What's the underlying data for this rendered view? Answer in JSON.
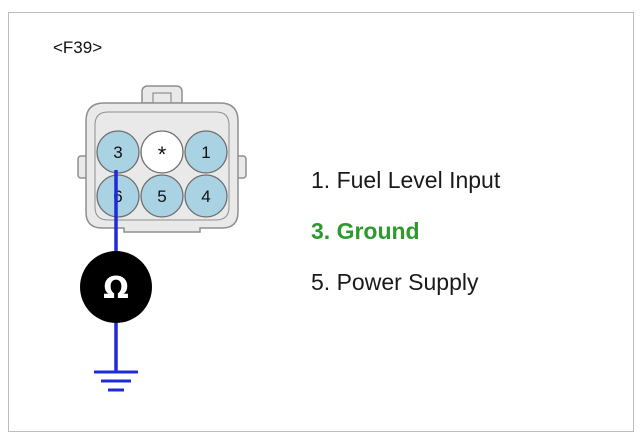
{
  "connector": {
    "id": "<F39>",
    "pins": [
      {
        "label": "3",
        "filled": true
      },
      {
        "label": "*",
        "filled": false
      },
      {
        "label": "1",
        "filled": true
      },
      {
        "label": "6",
        "filled": true
      },
      {
        "label": "5",
        "filled": true
      },
      {
        "label": "4",
        "filled": true
      }
    ]
  },
  "meter": {
    "symbol": "Ω",
    "icon": "ohmmeter-icon"
  },
  "ground": {
    "icon": "ground-icon"
  },
  "legend": [
    {
      "text": "1. Fuel Level Input",
      "highlight": false
    },
    {
      "text": "3. Ground",
      "highlight": true
    },
    {
      "text": "5. Power Supply",
      "highlight": false
    }
  ],
  "colors": {
    "pin_fill": "#a9d3e3",
    "pin_empty": "#ffffff",
    "housing": "#e9e9e9",
    "housing_stroke": "#8f8f8f",
    "wire": "#1f2bd6",
    "meter": "#000000",
    "highlight": "#2e9a2e"
  }
}
